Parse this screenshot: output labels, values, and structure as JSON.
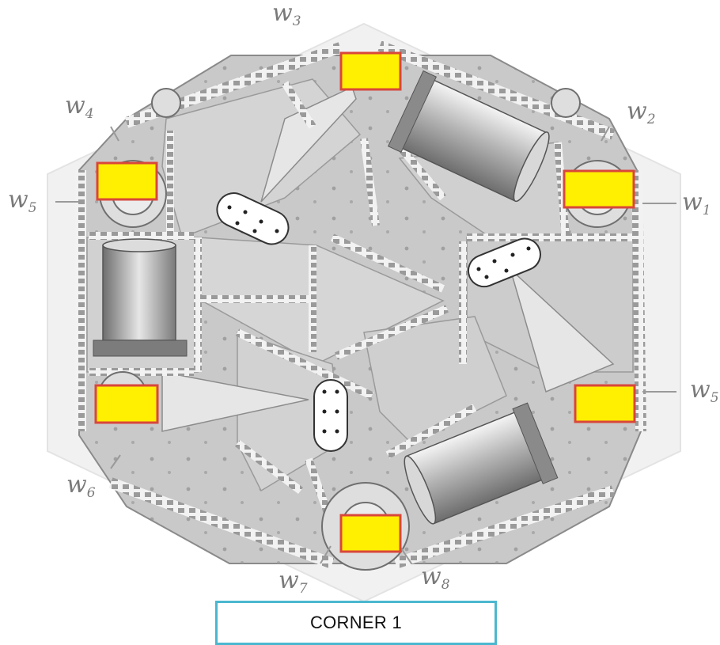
{
  "caption": "CORNER 1",
  "labels": [
    {
      "letter": "w",
      "sub": "1"
    },
    {
      "letter": "w",
      "sub": "2"
    },
    {
      "letter": "w",
      "sub": "3"
    },
    {
      "letter": "w",
      "sub": "4"
    },
    {
      "letter": "w",
      "sub": "5"
    },
    {
      "letter": "w",
      "sub": "5"
    },
    {
      "letter": "w",
      "sub": "6"
    },
    {
      "letter": "w",
      "sub": "7"
    },
    {
      "letter": "w",
      "sub": "8"
    }
  ],
  "colors": {
    "marker_fill": "#ffef00",
    "marker_border": "#d9473a",
    "caption_border": "#4bb7cf",
    "plate": "#c9c9c9",
    "label": "#7a7a7a"
  }
}
